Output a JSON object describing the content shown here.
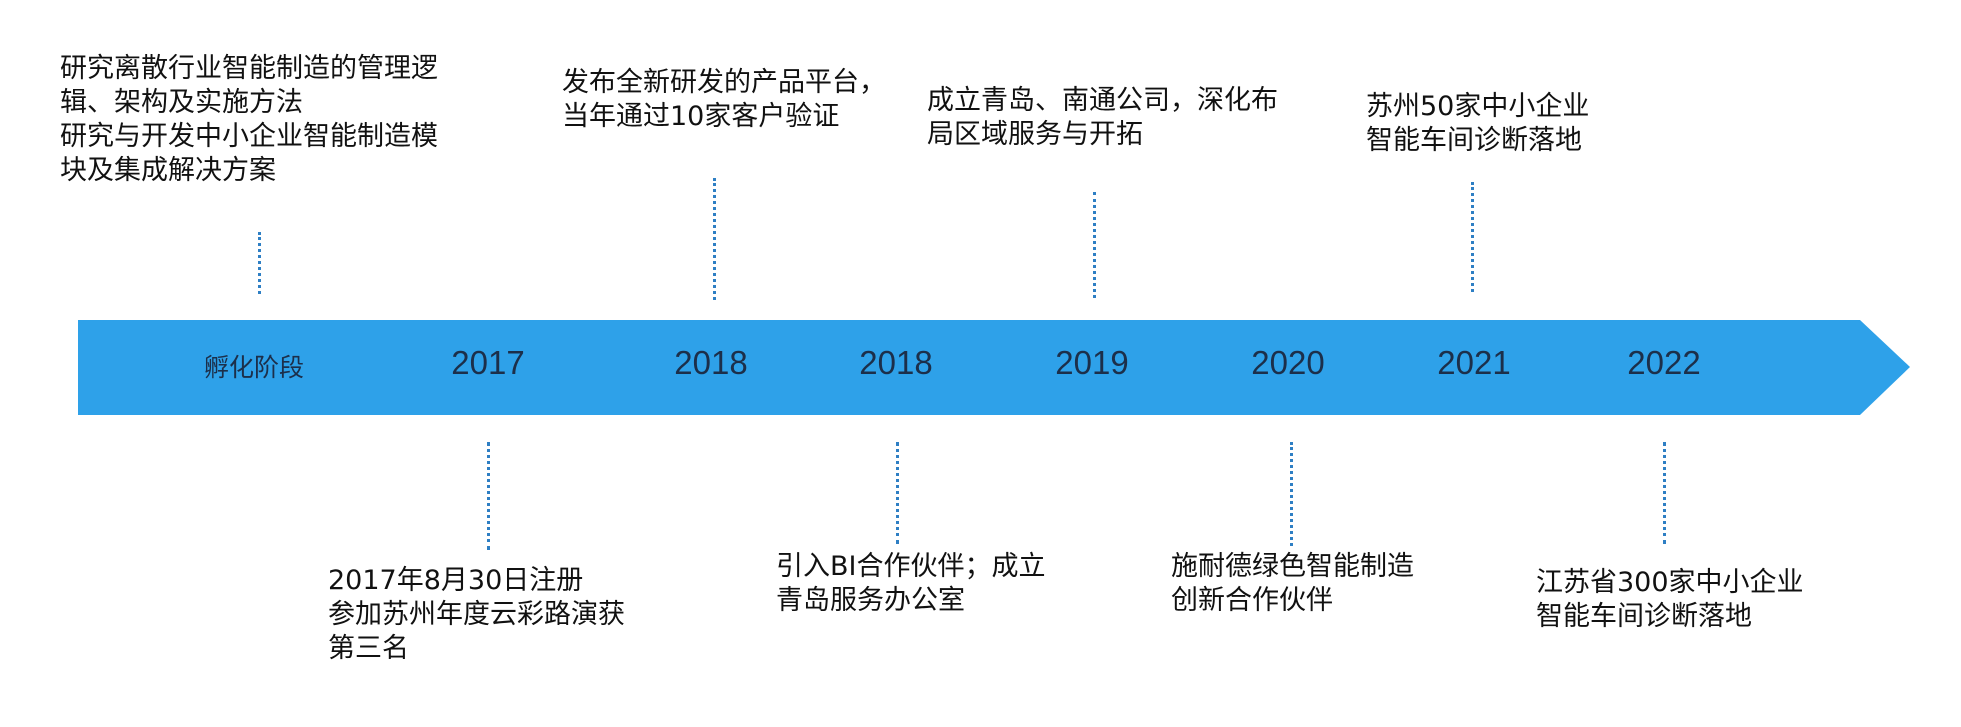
{
  "colors": {
    "band": "#2ea1e9",
    "connector": "#2e7fc4",
    "text": "#111111"
  },
  "timeline": {
    "stages": [
      {
        "label": "孵化阶段"
      },
      {
        "label": "2017"
      },
      {
        "label": "2018"
      },
      {
        "label": "2018"
      },
      {
        "label": "2019"
      },
      {
        "label": "2020"
      },
      {
        "label": "2021"
      },
      {
        "label": "2022"
      }
    ],
    "top_events": [
      {
        "lines": [
          "研究离散行业智能制造的管理逻",
          "辑、架构及实施方法",
          "研究与开发中小企业智能制造模",
          "块及集成解决方案"
        ]
      },
      {
        "lines": [
          "发布全新研发的产品平台，",
          "当年通过10家客户验证"
        ]
      },
      {
        "lines": [
          "成立青岛、南通公司，深化布",
          "局区域服务与开拓"
        ]
      },
      {
        "lines": [
          "苏州50家中小企业",
          "智能车间诊断落地"
        ]
      }
    ],
    "bottom_events": [
      {
        "lines": [
          "2017年8月30日注册",
          "参加苏州年度云彩路演获",
          "第三名"
        ]
      },
      {
        "lines": [
          "引入BI合作伙伴；成立",
          "青岛服务办公室"
        ]
      },
      {
        "lines": [
          "施耐德绿色智能制造",
          "创新合作伙伴"
        ]
      },
      {
        "lines": [
          "江苏省300家中小企业",
          "智能车间诊断落地"
        ]
      }
    ]
  }
}
